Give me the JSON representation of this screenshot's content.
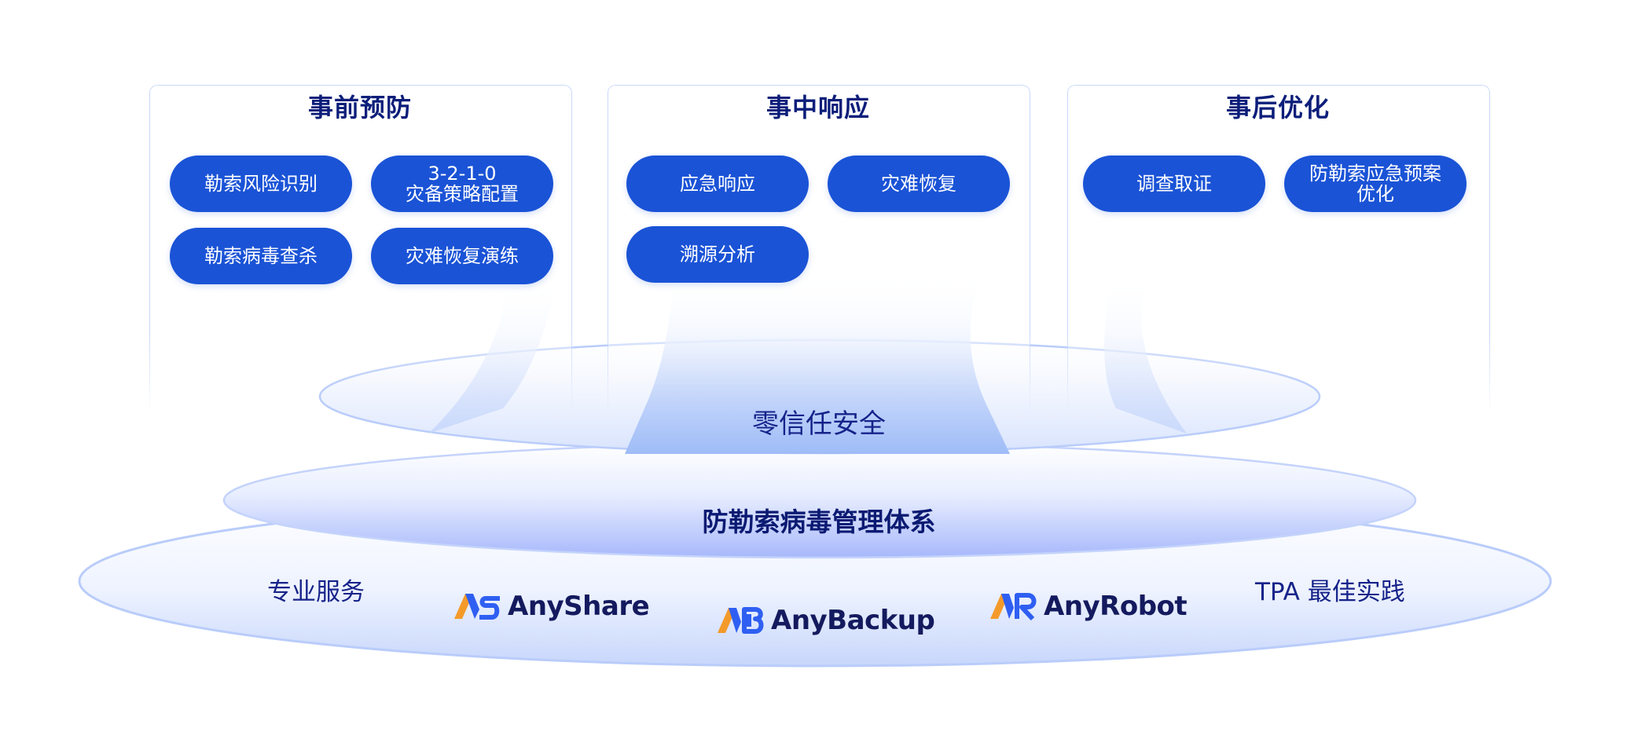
{
  "panels": [
    {
      "title": "事前预防",
      "items": [
        {
          "lines": [
            "勒索风险识别"
          ]
        },
        {
          "lines": [
            "3-2-1-0",
            "灾备策略配置"
          ]
        },
        {
          "lines": [
            "勒索病毒查杀"
          ]
        },
        {
          "lines": [
            "灾难恢复演练"
          ]
        }
      ]
    },
    {
      "title": "事中响应",
      "items": [
        {
          "lines": [
            "应急响应"
          ]
        },
        {
          "lines": [
            "灾难恢复"
          ]
        },
        {
          "lines": [
            "溯源分析"
          ]
        }
      ]
    },
    {
      "title": "事后优化",
      "items": [
        {
          "lines": [
            "调查取证"
          ]
        },
        {
          "lines": [
            "防勒索应急预案",
            "优化"
          ]
        }
      ]
    }
  ],
  "layers": {
    "zero_trust": "零信任安全",
    "core": "防勒索病毒管理体系",
    "base_left": "专业服务",
    "base_right": "TPA 最佳实践"
  },
  "brands": [
    {
      "name": "AnyShare",
      "icon": "anyshare-logo-icon"
    },
    {
      "name": "AnyBackup",
      "icon": "anybackup-logo-icon"
    },
    {
      "name": "AnyRobot",
      "icon": "anyrobot-logo-icon"
    }
  ],
  "colors": {
    "pill": "#1a53d6",
    "title": "#0c1e7a",
    "ring_stroke": "#b9ccfa",
    "logo_blue": "#2f5ff2",
    "logo_orange": "#f39a2b"
  }
}
